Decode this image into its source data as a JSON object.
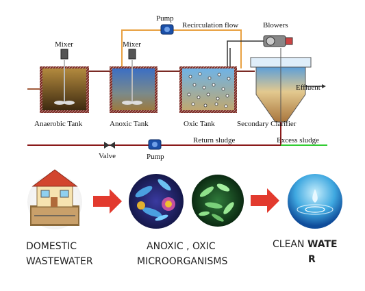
{
  "diagram": {
    "mixer_1": "Mixer",
    "mixer_2": "Mixer",
    "pump_top": "Pump",
    "recirculation": "Recirculation  flow",
    "blowers": "Blowers",
    "effluent": "Effluent",
    "anaerobic_tank": "Anaerobic Tank",
    "anoxic_tank": "Anoxic Tank",
    "oxic_tank": "Oxic  Tank",
    "secondary_clarifier": "Secondary Clarifier",
    "return_sludge": "Return sludge",
    "excess_sludge": "Excess sludge",
    "valve": "Valve",
    "pump_bottom": "Pump"
  },
  "stages": {
    "domestic_line1": "DOMESTIC",
    "domestic_line2": "WASTEWATER",
    "micro_line1": "ANOXIC , OXIC",
    "micro_line2": "MICROORGANISMS",
    "clean_part1": "CLEAN",
    "clean_part2": "WATE",
    "clean_part3": "R"
  },
  "colors": {
    "tank_border": "#7a2a24",
    "recirculation_line": "#e8a040",
    "sludge_line": "#8a1a1a",
    "excess_line": "#33cc33",
    "arrow_red": "#e23a2e"
  }
}
